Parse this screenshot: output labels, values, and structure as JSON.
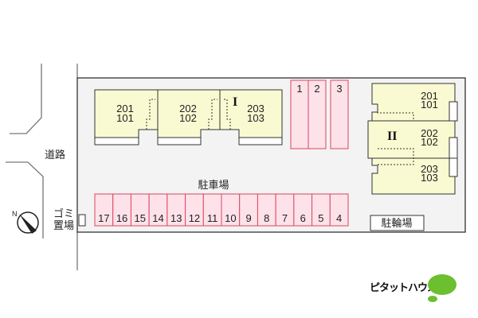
{
  "road_label": "道路",
  "garbage_label": [
    "ゴミ",
    "置場"
  ],
  "parking_label": "駐車場",
  "bicycle_parking_label": "駐輪場",
  "logo_text": "ピタットハウス",
  "colors": {
    "building": "#fafad2",
    "parking": "#fde2ea",
    "parking_border": "#d9475f",
    "lot": "#f3f3f3",
    "logo": "#6cbf2f"
  },
  "building_1": {
    "label": "I",
    "units": [
      {
        "upper": "201",
        "lower": "101"
      },
      {
        "upper": "202",
        "lower": "102"
      },
      {
        "upper": "203",
        "lower": "103"
      }
    ]
  },
  "building_2": {
    "label": "II",
    "units": [
      {
        "upper": "201",
        "lower": "101"
      },
      {
        "upper": "202",
        "lower": "102"
      },
      {
        "upper": "203",
        "lower": "103"
      }
    ]
  },
  "parking_top": [
    "1",
    "2",
    "3"
  ],
  "parking_bottom": [
    "17",
    "16",
    "15",
    "14",
    "13",
    "12",
    "11",
    "10",
    "9",
    "8",
    "7",
    "6",
    "5",
    "4"
  ]
}
